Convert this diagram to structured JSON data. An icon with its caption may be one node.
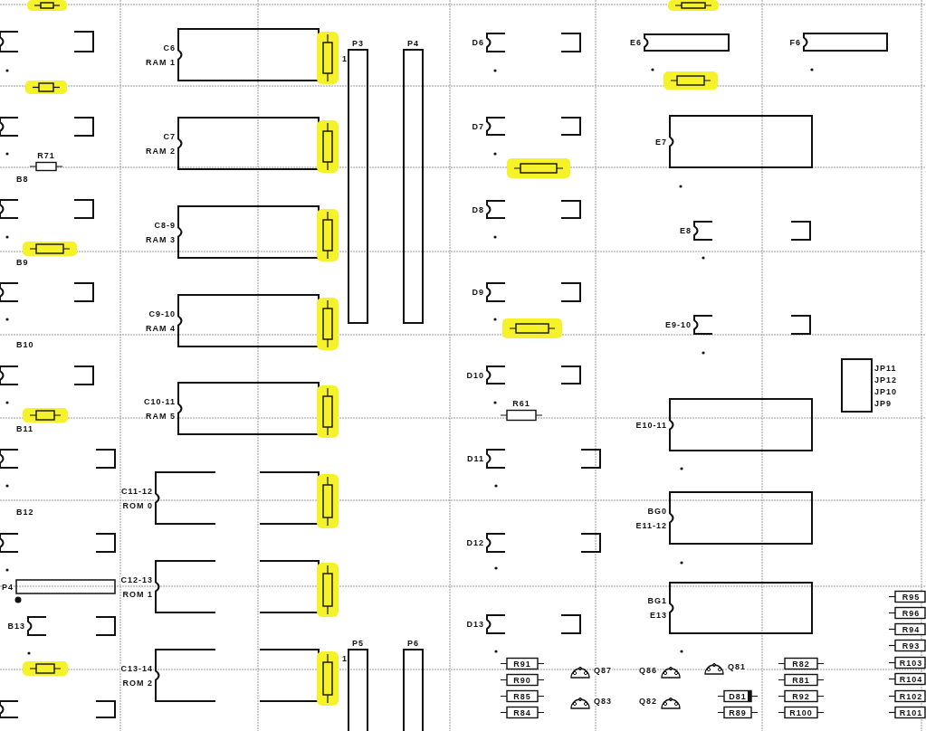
{
  "diagram": {
    "nodes": [
      {
        "text": [],
        "shape": "resistor"
      },
      {
        "text": [],
        "shape": "box"
      },
      {
        "text": [],
        "shape": "resistor"
      },
      {
        "text": [],
        "shape": "box"
      },
      {
        "text": [
          "R71"
        ]
      },
      {
        "text": [],
        "shape": "box"
      },
      {
        "text": [],
        "shape": "resistor"
      },
      {
        "text": [],
        "shape": "box"
      },
      {
        "text": [],
        "shape": "box"
      },
      {
        "text": [],
        "shape": "resistor"
      },
      {
        "text": [],
        "shape": "box"
      },
      {
        "text": [],
        "shape": "box"
      },
      {
        "text": [
          "P4"
        ]
      },
      {
        "text": [
          "B13"
        ]
      },
      {
        "text": [],
        "shape": "resistor"
      },
      {
        "text": [],
        "shape": "box"
      },
      {
        "text": [
          "C6",
          "RAM 1"
        ]
      },
      {
        "text": [],
        "shape": "resistor"
      },
      {
        "text": [
          "C7",
          "RAM 2"
        ]
      },
      {
        "text": [],
        "shape": "resistor"
      },
      {
        "text": [
          "C8-9",
          "RAM 3"
        ]
      },
      {
        "text": [],
        "shape": "resistor"
      },
      {
        "text": [
          "C9-10",
          "RAM 4"
        ]
      },
      {
        "text": [],
        "shape": "resistor"
      },
      {
        "text": [
          "C10-11",
          "RAM 5"
        ]
      },
      {
        "text": [],
        "shape": "resistor"
      },
      {
        "text": [
          "C11-12",
          "ROM 0"
        ]
      },
      {
        "text": [],
        "shape": "resistor"
      },
      {
        "text": [
          "C12-13",
          "ROM 1"
        ]
      },
      {
        "text": [],
        "shape": "resistor"
      },
      {
        "text": [
          "C13-14",
          "ROM 2"
        ]
      },
      {
        "text": [],
        "shape": "resistor"
      },
      {
        "text": [
          "P3"
        ]
      },
      {
        "text": [
          "P4"
        ]
      },
      {
        "text": [
          "P5"
        ]
      },
      {
        "text": [
          "P6"
        ]
      },
      {
        "text": [
          "D6"
        ]
      },
      {
        "text": [
          "D7"
        ]
      },
      {
        "text": [],
        "shape": "resistor"
      },
      {
        "text": [
          "D8"
        ]
      },
      {
        "text": [
          "D9"
        ]
      },
      {
        "text": [],
        "shape": "resistor"
      },
      {
        "text": [
          "D10"
        ]
      },
      {
        "text": [
          "R61"
        ]
      },
      {
        "text": [
          "D11"
        ]
      },
      {
        "text": [
          "D12"
        ]
      },
      {
        "text": [
          "D13"
        ]
      },
      {
        "text": [
          "R91"
        ]
      },
      {
        "text": [
          "R90"
        ]
      },
      {
        "text": [
          "R85"
        ]
      },
      {
        "text": [
          "R84"
        ]
      },
      {
        "text": [
          "Q87"
        ]
      },
      {
        "text": [
          "Q83"
        ]
      },
      {
        "text": [
          "Q86"
        ]
      },
      {
        "text": [
          "Q82"
        ]
      },
      {
        "text": [
          "Q81"
        ]
      },
      {
        "text": [
          "D81"
        ]
      },
      {
        "text": [
          "R89"
        ]
      },
      {
        "text": [
          "R82"
        ]
      },
      {
        "text": [
          "R81"
        ]
      },
      {
        "text": [
          "R92"
        ]
      },
      {
        "text": [
          "R100"
        ]
      },
      {
        "text": [
          "R95"
        ]
      },
      {
        "text": [
          "R96"
        ]
      },
      {
        "text": [
          "R94"
        ]
      },
      {
        "text": [
          "R93"
        ]
      },
      {
        "text": [
          "R103"
        ]
      },
      {
        "text": [
          "R104"
        ]
      },
      {
        "text": [
          "R102"
        ]
      },
      {
        "text": [
          "R101"
        ]
      },
      {
        "text": [],
        "shape": "resistor"
      },
      {
        "text": [
          "E6"
        ]
      },
      {
        "text": [],
        "shape": "resistor"
      },
      {
        "text": [
          "E7"
        ]
      },
      {
        "text": [
          "E8"
        ]
      },
      {
        "text": [
          "E9-10"
        ]
      },
      {
        "text": [
          "E10-11"
        ]
      },
      {
        "text": [
          "BG0",
          "E11-12"
        ]
      },
      {
        "text": [
          "BG1",
          "E13"
        ]
      },
      {
        "text": [
          "F6"
        ]
      },
      {
        "text": [
          "JP11",
          "JP12",
          "JP10",
          "JP9"
        ]
      }
    ],
    "labels": [
      "B8",
      "B9",
      "B10",
      "B11",
      "B12",
      "1",
      "1"
    ]
  }
}
